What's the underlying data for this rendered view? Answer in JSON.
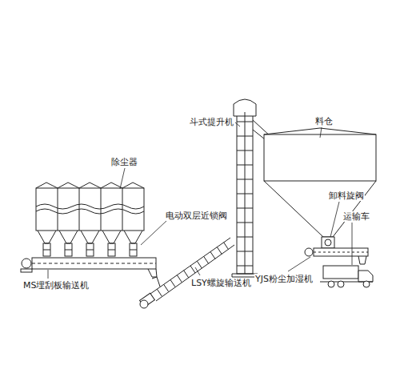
{
  "diagram": {
    "labels": [
      "除尘器",
      "电动双层近锁阀",
      "斗式提升机",
      "料仓",
      "卸料旋阀",
      "运输车",
      "MS埋刮板输送机",
      "LSY螺旋输送机",
      "YJS粉尘加湿机"
    ]
  }
}
